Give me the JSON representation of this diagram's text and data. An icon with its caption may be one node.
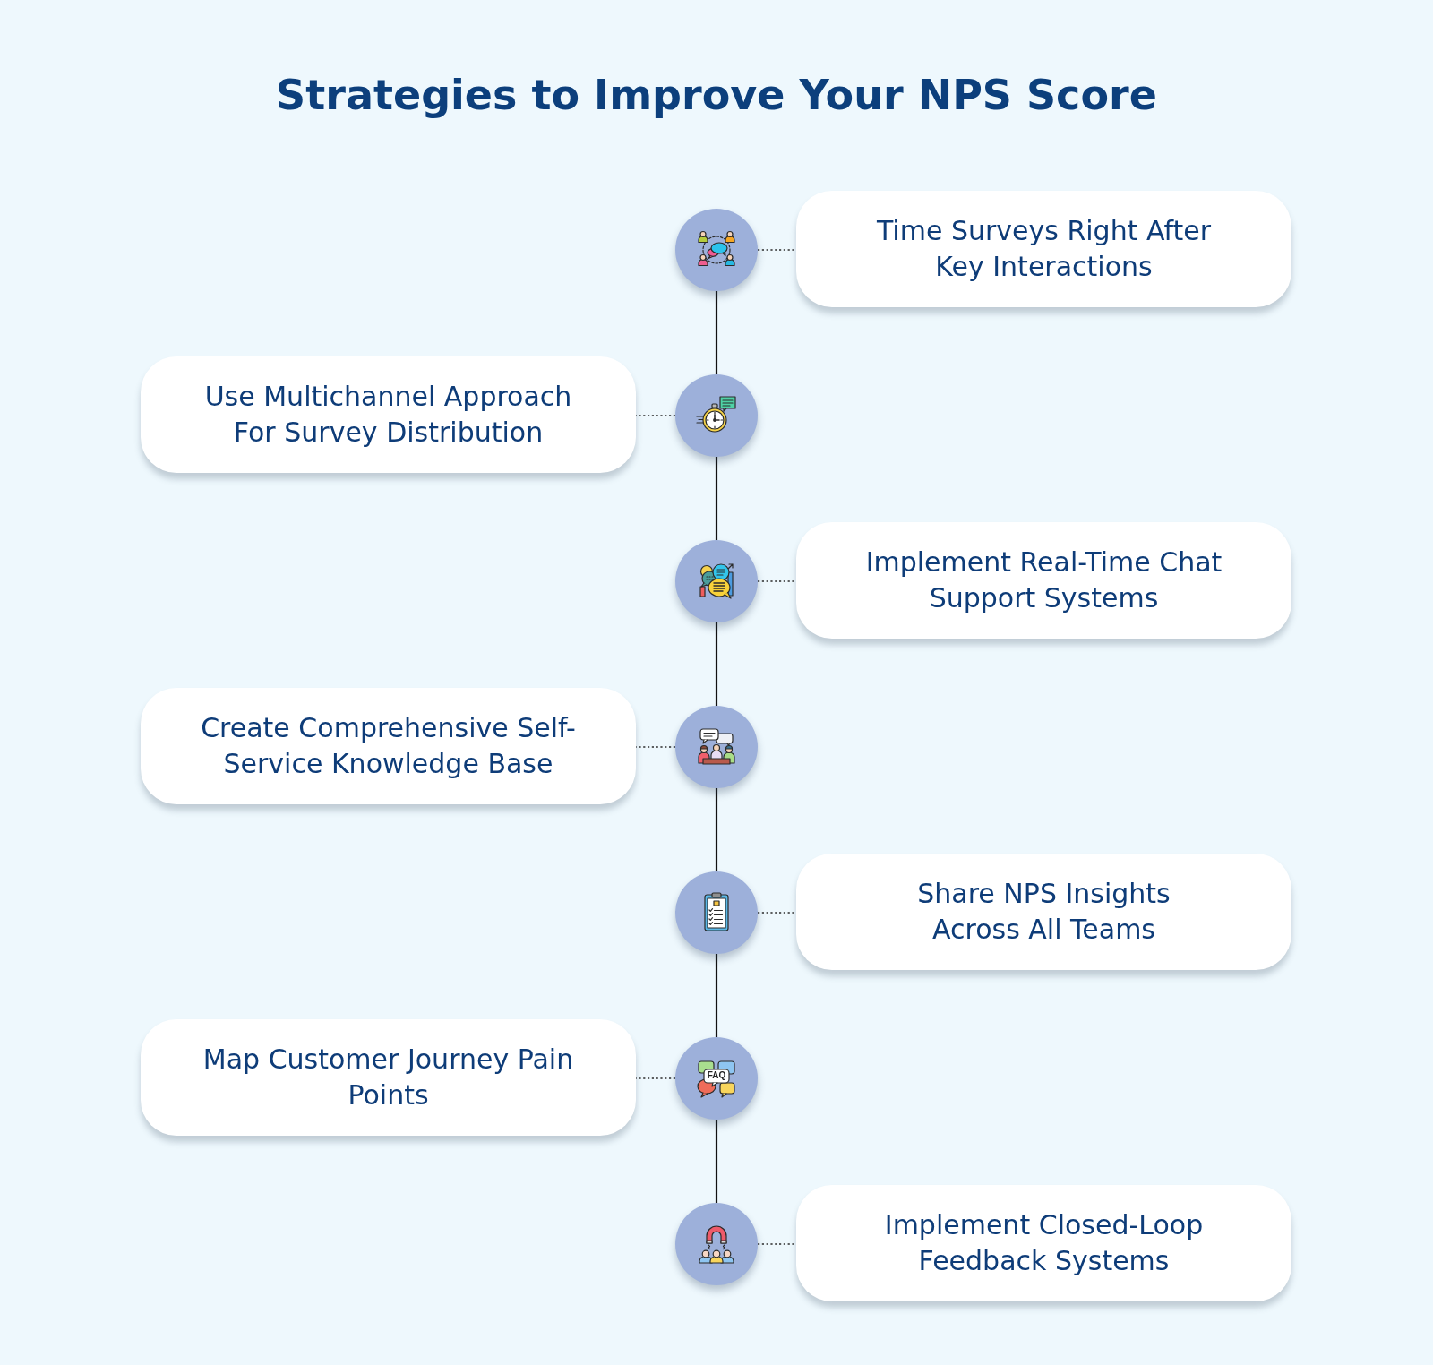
{
  "diagram": {
    "title": "Strategies to Improve Your NPS Score",
    "nodes": [
      {
        "text": [],
        "shape": "circle"
      },
      {
        "text": [
          "Time Surveys Right After Key Interactions"
        ]
      },
      {
        "text": [
          "Use Multichannel Approach For Survey Distribution"
        ]
      },
      {
        "text": [],
        "shape": "circle"
      },
      {
        "text": [],
        "shape": "circle"
      },
      {
        "text": [
          "Implement Real-Time Chat Support Systems"
        ]
      },
      {
        "text": [
          "Create Comprehensive Self-Service Knowledge Base"
        ]
      },
      {
        "text": [],
        "shape": "circle"
      },
      {
        "text": [],
        "shape": "circle"
      },
      {
        "text": [
          "Share NPS Insights Across All Teams"
        ]
      },
      {
        "text": [
          "Map Customer Journey Pain Points"
        ]
      },
      {
        "text": [],
        "shape": "circle"
      },
      {
        "text": [],
        "shape": "circle"
      },
      {
        "text": [
          "Implement Closed-Loop Feedback Systems"
        ]
      }
    ],
    "edges": [
      {
        "from": 0,
        "to": 1,
        "arrow": "none",
        "style": "dashed"
      },
      {
        "from": 3,
        "to": 2,
        "arrow": "none",
        "style": "dashed"
      },
      {
        "from": 4,
        "to": 5,
        "arrow": "none",
        "style": "dashed"
      },
      {
        "from": 7,
        "to": 6,
        "arrow": "none",
        "style": "dashed"
      },
      {
        "from": 8,
        "to": 9,
        "arrow": "none",
        "style": "dashed"
      },
      {
        "from": 11,
        "to": 10,
        "arrow": "none",
        "style": "dashed"
      },
      {
        "from": 12,
        "to": 13,
        "arrow": "none",
        "style": "dashed"
      },
      {
        "from": 0,
        "to": 3,
        "arrow": "none"
      },
      {
        "from": 3,
        "to": 4,
        "arrow": "none"
      },
      {
        "from": 4,
        "to": 7,
        "arrow": "none"
      },
      {
        "from": 7,
        "to": 8,
        "arrow": "none"
      },
      {
        "from": 8,
        "to": 11,
        "arrow": "none"
      },
      {
        "from": 11,
        "to": 12,
        "arrow": "none"
      }
    ],
    "labels": [
      "FAQ"
    ]
  }
}
